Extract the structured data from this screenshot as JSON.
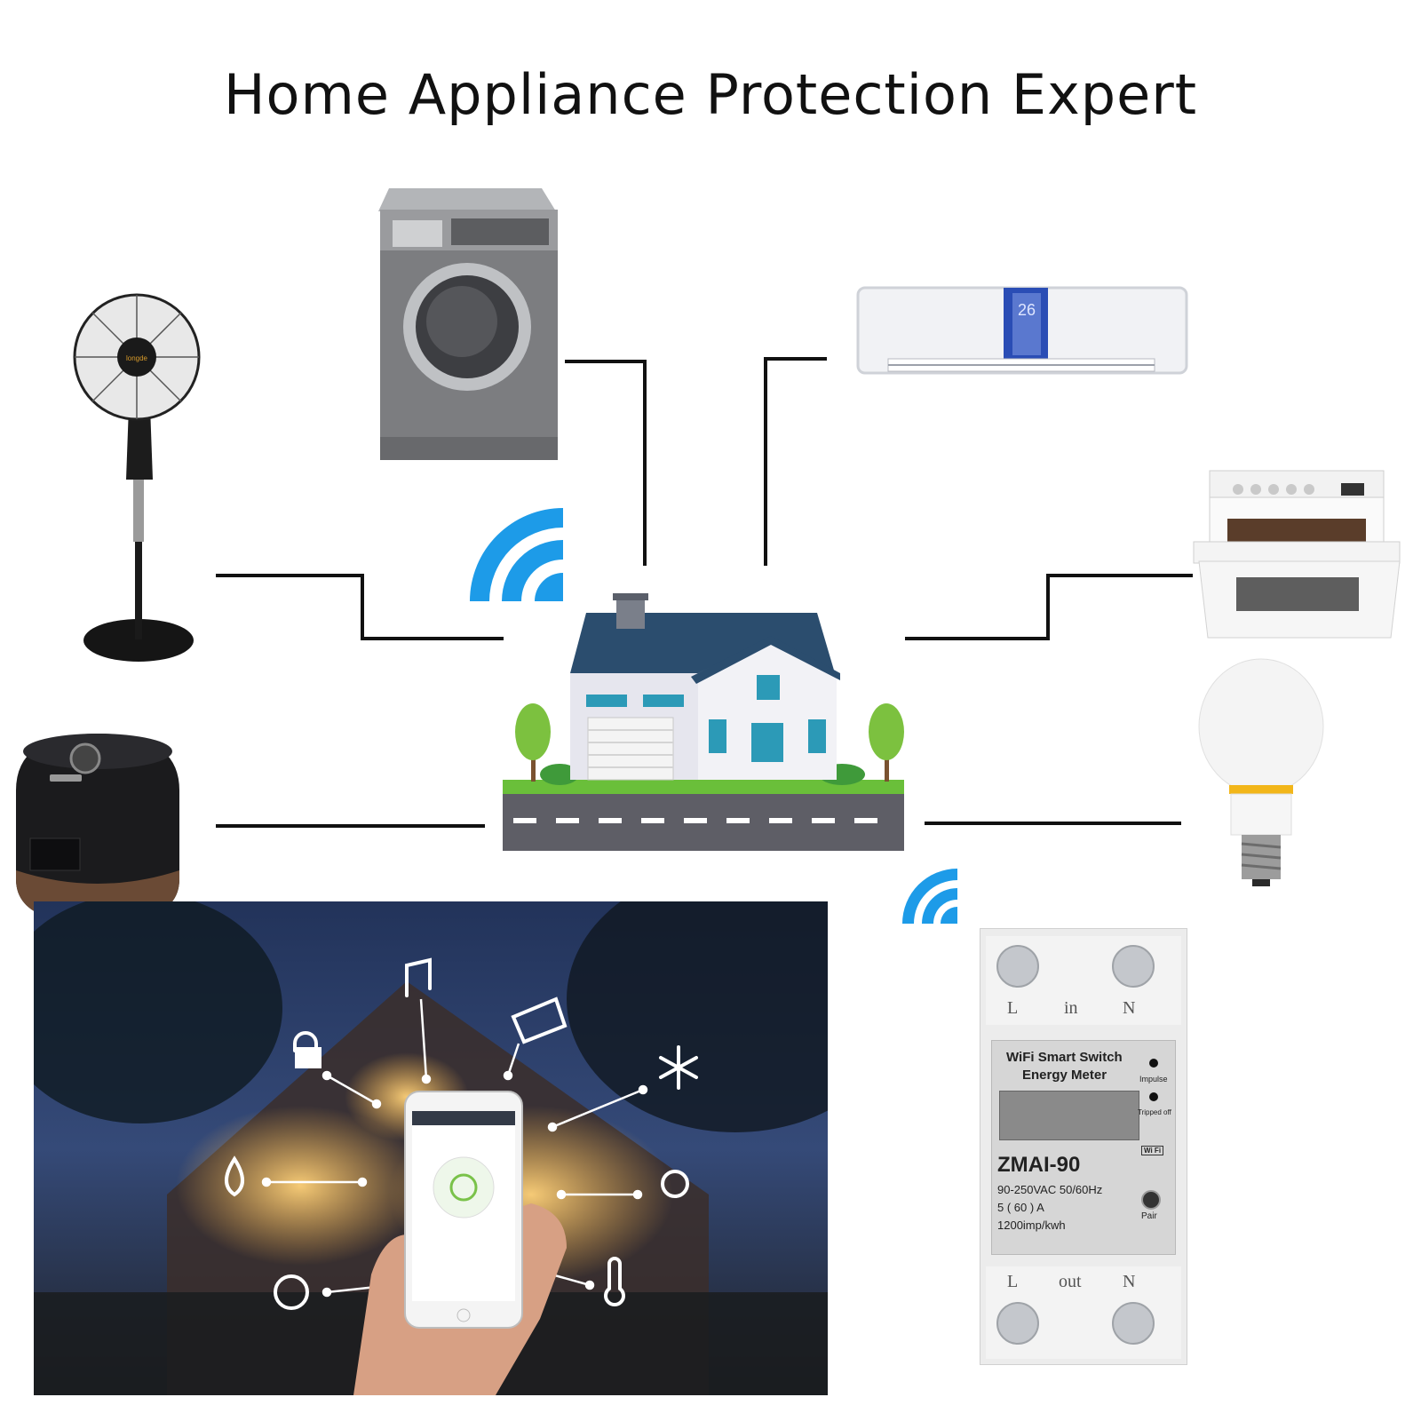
{
  "title": "Home Appliance Protection Expert",
  "fan_brand": "longde",
  "ac_display": "26",
  "meter": {
    "line1": "WiFi Smart Switch",
    "line2": "Energy Meter",
    "model": "ZMAI-90",
    "spec1": "90-250VAC  50/60Hz",
    "spec2": "5 ( 60 ) A",
    "spec3": "1200imp/kwh",
    "impulse": "Impulse",
    "tripped": "Tripped off",
    "wifi_badge": "Wi Fi",
    "pair": "Pair",
    "in_L": "L",
    "in_label": "in",
    "in_N": "N",
    "out_L": "L",
    "out_label": "out",
    "out_N": "N"
  },
  "colors": {
    "wifi": "#1d9be8",
    "lines": "#111111",
    "roof": "#2b4d6e",
    "grass": "#6abf3a"
  }
}
